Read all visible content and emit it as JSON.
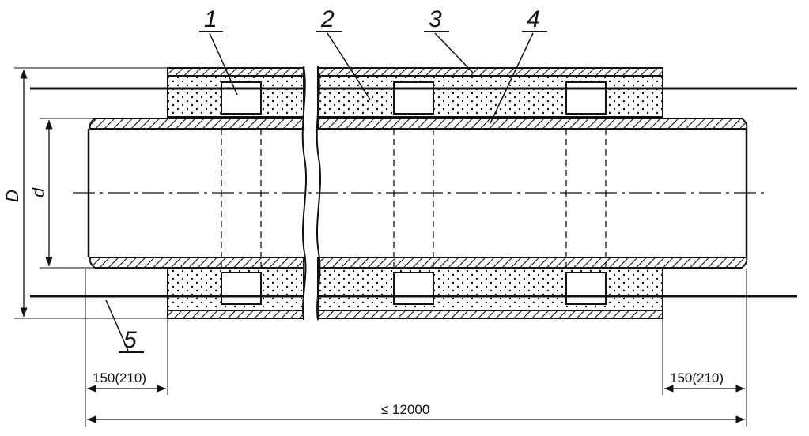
{
  "callouts": {
    "c1": "1",
    "c2": "2",
    "c3": "3",
    "c4": "4",
    "c5": "5"
  },
  "dimensions": {
    "outer_diameter": "D",
    "inner_diameter": "d",
    "left_end_length": "150(210)",
    "right_end_length": "150(210)",
    "total_length": "≤ 12000"
  },
  "colors": {
    "line": "#111111",
    "background": "#ffffff"
  }
}
